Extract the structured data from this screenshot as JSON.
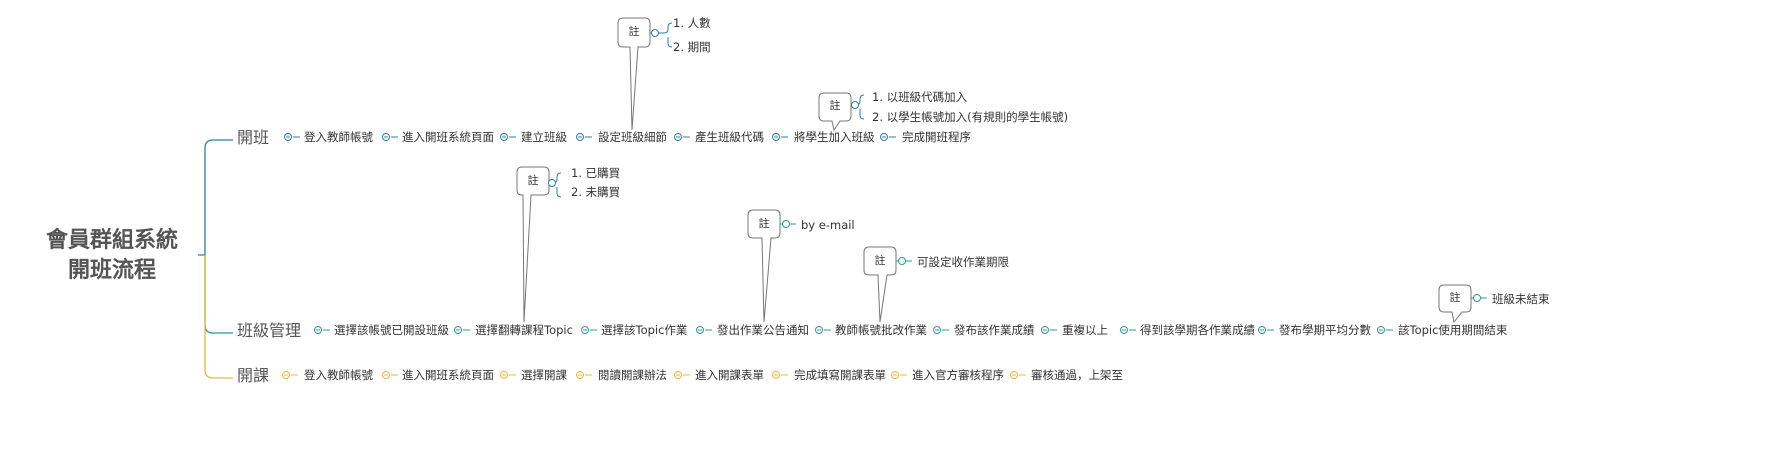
{
  "root": {
    "line1": "會員群組系統",
    "line2": "開班流程"
  },
  "colors": {
    "open_class": "#2f7fa3",
    "manage": "#2f9a8f",
    "courses": "#e8b83a",
    "note": "#777777"
  },
  "branches": {
    "open_class": {
      "label": "開班",
      "steps": [
        "登入教師帳號",
        "進入開班系統頁面",
        "建立班級",
        "設定班級細節",
        "產生班級代碼",
        "將學生加入班級",
        "完成開班程序"
      ]
    },
    "class_manage": {
      "label": "班級管理",
      "steps": [
        "選擇該帳號已開設班級",
        "選擇翻轉課程Topic",
        "選擇該Topic作業",
        "發出作業公告通知",
        "教師帳號批改作業",
        "發布該作業成績",
        "重複以上",
        "得到該學期各作業成績",
        "發布學期平均分數",
        "該Topic使用期間結束"
      ]
    },
    "courses": {
      "label": "開課",
      "steps": [
        "登入教師帳號",
        "進入開班系統頁面",
        "選擇開課",
        "閱讀開課辦法",
        "進入開課表單",
        "完成填寫開課表單",
        "進入官方審核程序",
        "審核通過，上架至"
      ]
    }
  },
  "notes": {
    "label": "註",
    "class_details": [
      "1. 人數",
      "2. 期間"
    ],
    "add_students": [
      "1. 以班級代碼加入",
      "2. 以學生帳號加入(有規則的學生帳號)"
    ],
    "topic": [
      "1. 已購買",
      "2. 未購買"
    ],
    "announce": [
      "by e-mail"
    ],
    "grading": [
      "可設定收作業期限"
    ],
    "topic_end": [
      "班級未結束"
    ]
  }
}
